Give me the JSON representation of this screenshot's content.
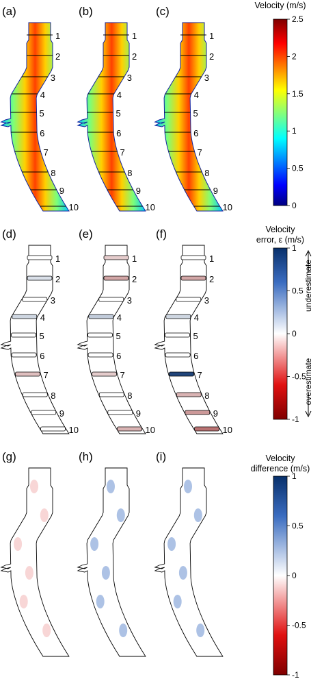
{
  "panels": [
    {
      "label": "(a)",
      "kind": "velocity"
    },
    {
      "label": "(b)",
      "kind": "velocity"
    },
    {
      "label": "(c)",
      "kind": "velocity"
    },
    {
      "label": "(d)",
      "kind": "error",
      "error_levels": [
        0,
        0.15,
        0,
        0.2,
        0,
        0,
        -0.25,
        0,
        0,
        0
      ]
    },
    {
      "label": "(e)",
      "kind": "error",
      "error_levels": [
        -0.2,
        -0.35,
        0,
        0.25,
        0,
        0,
        -0.2,
        0,
        0,
        -0.3
      ]
    },
    {
      "label": "(f)",
      "kind": "error",
      "error_levels": [
        0,
        -0.35,
        0,
        0.2,
        0,
        0,
        0.9,
        -0.3,
        -0.4,
        -0.55
      ]
    },
    {
      "label": "(g)",
      "kind": "difference"
    },
    {
      "label": "(h)",
      "kind": "difference"
    },
    {
      "label": "(i)",
      "kind": "difference"
    }
  ],
  "cross_sections": [
    "1",
    "2",
    "3",
    "4",
    "5",
    "6",
    "7",
    "8",
    "9",
    "10"
  ],
  "colorbars": [
    {
      "title_lines": [
        "Velocity (m/s)"
      ],
      "ticks": [
        "2.5",
        "2",
        "1.5",
        "1",
        "0.5",
        "0"
      ],
      "scale": "jet",
      "range": [
        0,
        2.5
      ]
    },
    {
      "title_lines": [
        "Velocity",
        "error, ε (m/s)"
      ],
      "ticks": [
        "1",
        "0.5",
        "0",
        "-0.5",
        "-1"
      ],
      "scale": "diverging red-white-blue",
      "range": [
        -1,
        1
      ],
      "upper_note": "underestimate",
      "lower_note": "overestimate"
    },
    {
      "title_lines": [
        "Velocity",
        "difference (m/s)"
      ],
      "ticks": [
        "1",
        "0.5",
        "0",
        "-0.5",
        "-1"
      ],
      "scale": "diverging red-white-blue",
      "range": [
        -1,
        1
      ]
    }
  ],
  "colors": {
    "outline": "#000000",
    "jet_low": "#00007f",
    "jet_high": "#7f0000",
    "div_high": "#08306b",
    "div_low": "#7f0000",
    "div_mid": "#ffffff"
  }
}
